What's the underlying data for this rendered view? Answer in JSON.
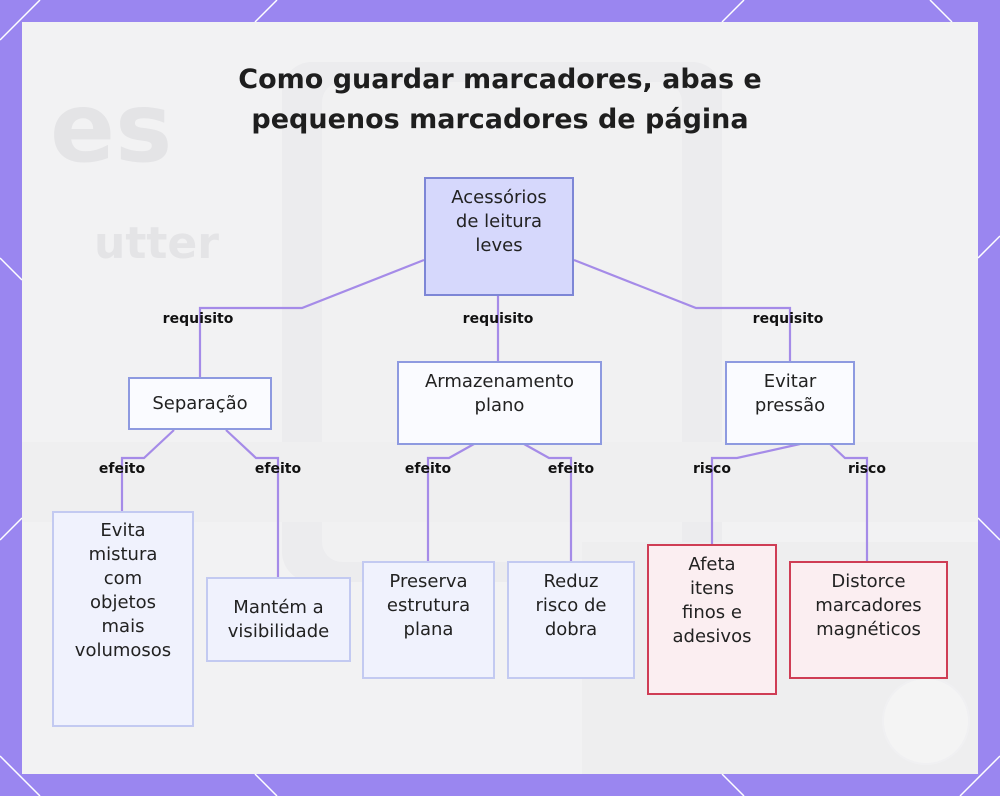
{
  "diagram": {
    "title_line1": "Como guardar marcadores, abas e",
    "title_line2": "pequenos marcadores de página",
    "root": "Acessórios\nde leitura\nleves",
    "branches": [
      {
        "edge_label": "requisito",
        "label": "Separação"
      },
      {
        "edge_label": "requisito",
        "label": "Armazenamento\nplano"
      },
      {
        "edge_label": "requisito",
        "label": "Evitar\npressão"
      }
    ],
    "leaves": [
      {
        "edge_label": "efeito",
        "label": "Evita\nmistura\ncom\nobjetos\nmais\nvolumosos"
      },
      {
        "edge_label": "efeito",
        "label": "Mantém a\nvisibilidade"
      },
      {
        "edge_label": "efeito",
        "label": "Preserva\nestrutura\nplana"
      },
      {
        "edge_label": "efeito",
        "label": "Reduz\nrisco de\ndobra"
      },
      {
        "edge_label": "risco",
        "label": "Afeta\nitens\nfinos e\nadesivos"
      },
      {
        "edge_label": "risco",
        "label": "Distorce\nmarcadores\nmagnéticos"
      }
    ]
  },
  "colors": {
    "frame": "#9a86f0",
    "edge": "#a58be8",
    "root_fill": "#d6d8fc",
    "risk_border": "#cf3d55"
  }
}
